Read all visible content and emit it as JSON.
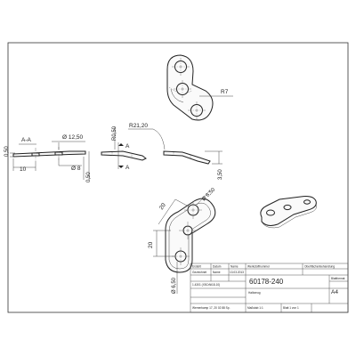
{
  "dimensions": {
    "r7": "R7",
    "r21": "R21,20",
    "sec_a1": "A",
    "sec_a2": "A",
    "section_label": "A-A",
    "d1250": "Ø 12,50",
    "d8": "Ø 8",
    "w10": "10",
    "h050_left": "0,50",
    "h050_bottom": "0,50",
    "r050": "R0,50",
    "h350": "3,50",
    "d650_top": "Ø 6,50",
    "w20": "20",
    "h20": "20",
    "d650_bottom": "Ø 6,50"
  },
  "title_block": {
    "h_c1": "Erstellt",
    "h_c2": "Datum",
    "h_c3": "Name",
    "h_c4": "Werkstoffnummer",
    "h_c5": "Oberflächenbehandlung",
    "r1_c1": "Gezeichnet",
    "r1_c2": "13.03.2013",
    "r1_c3": "Name",
    "material": "1.4301 (X5CrNi18-10)",
    "part_number": "60178-240",
    "sheet_title": "Halbzeug",
    "scale_label": "Maßstab 1:1",
    "sheet_count": "Blatt 1 von 1",
    "format_label": "Blattformat",
    "format": "A4",
    "project_label": "Wernerkamp 17, 20 02 88 Sp."
  }
}
